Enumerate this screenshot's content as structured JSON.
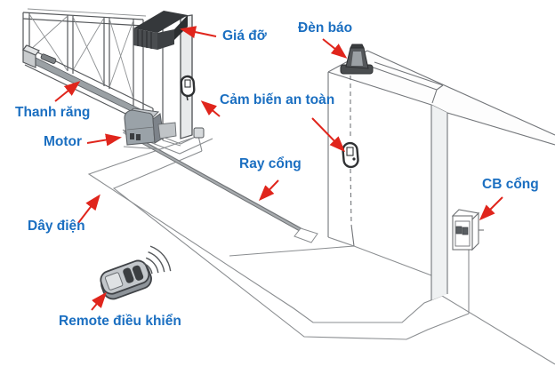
{
  "labels": {
    "gia_do": "Giá đỡ",
    "den_bao": "Đèn báo",
    "thanh_rang": "Thanh răng",
    "motor": "Motor",
    "cam_bien_an_toan": "Cảm biến an toàn",
    "ray_cong": "Ray cổng",
    "day_dien": "Dây điện",
    "remote_dieu_khien": "Remote điều khiển",
    "cb_cong": "CB cổng"
  },
  "colors": {
    "label_text": "#1b6fc1",
    "arrow_red": "#e0251c",
    "line_gray": "#6e7174",
    "bracket_dark": "#3a3d40"
  }
}
